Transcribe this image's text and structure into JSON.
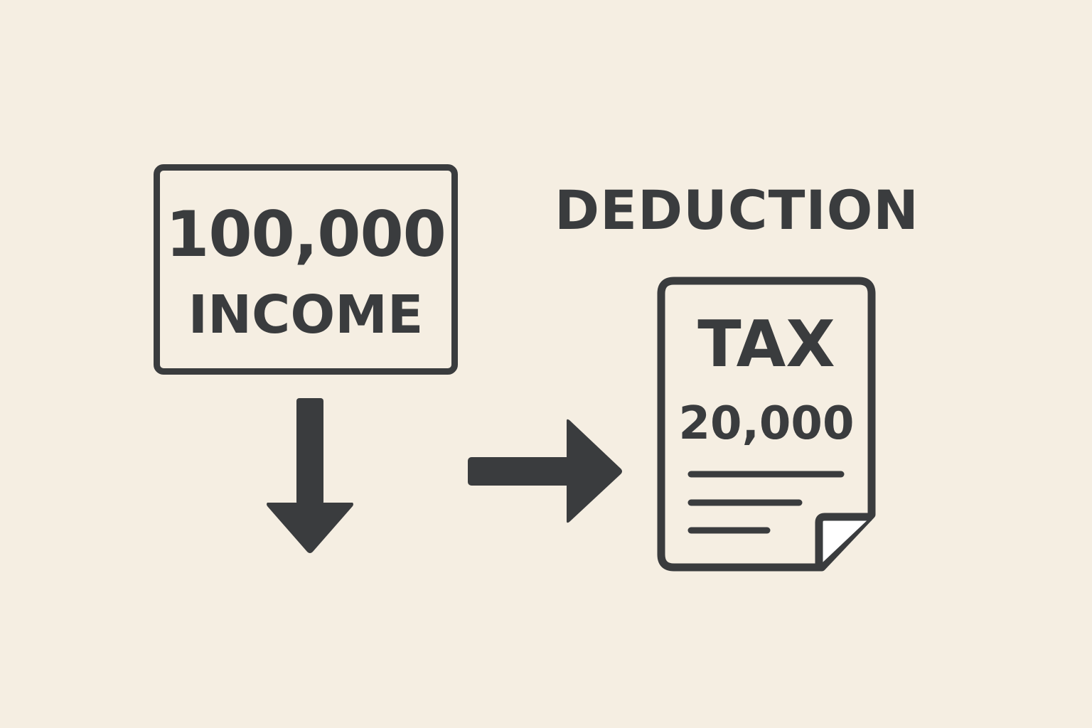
{
  "income": {
    "amount": "100,000",
    "label": "INCOME"
  },
  "deduction": {
    "label": "DEDUCTION"
  },
  "tax": {
    "word": "TAX",
    "amount": "20,000"
  },
  "colors": {
    "background": "#f5eee2",
    "ink": "#3a3c3e"
  },
  "icons": {
    "down_arrow": "arrow-down-icon",
    "right_arrow": "arrow-right-icon",
    "document": "tax-document-icon"
  }
}
